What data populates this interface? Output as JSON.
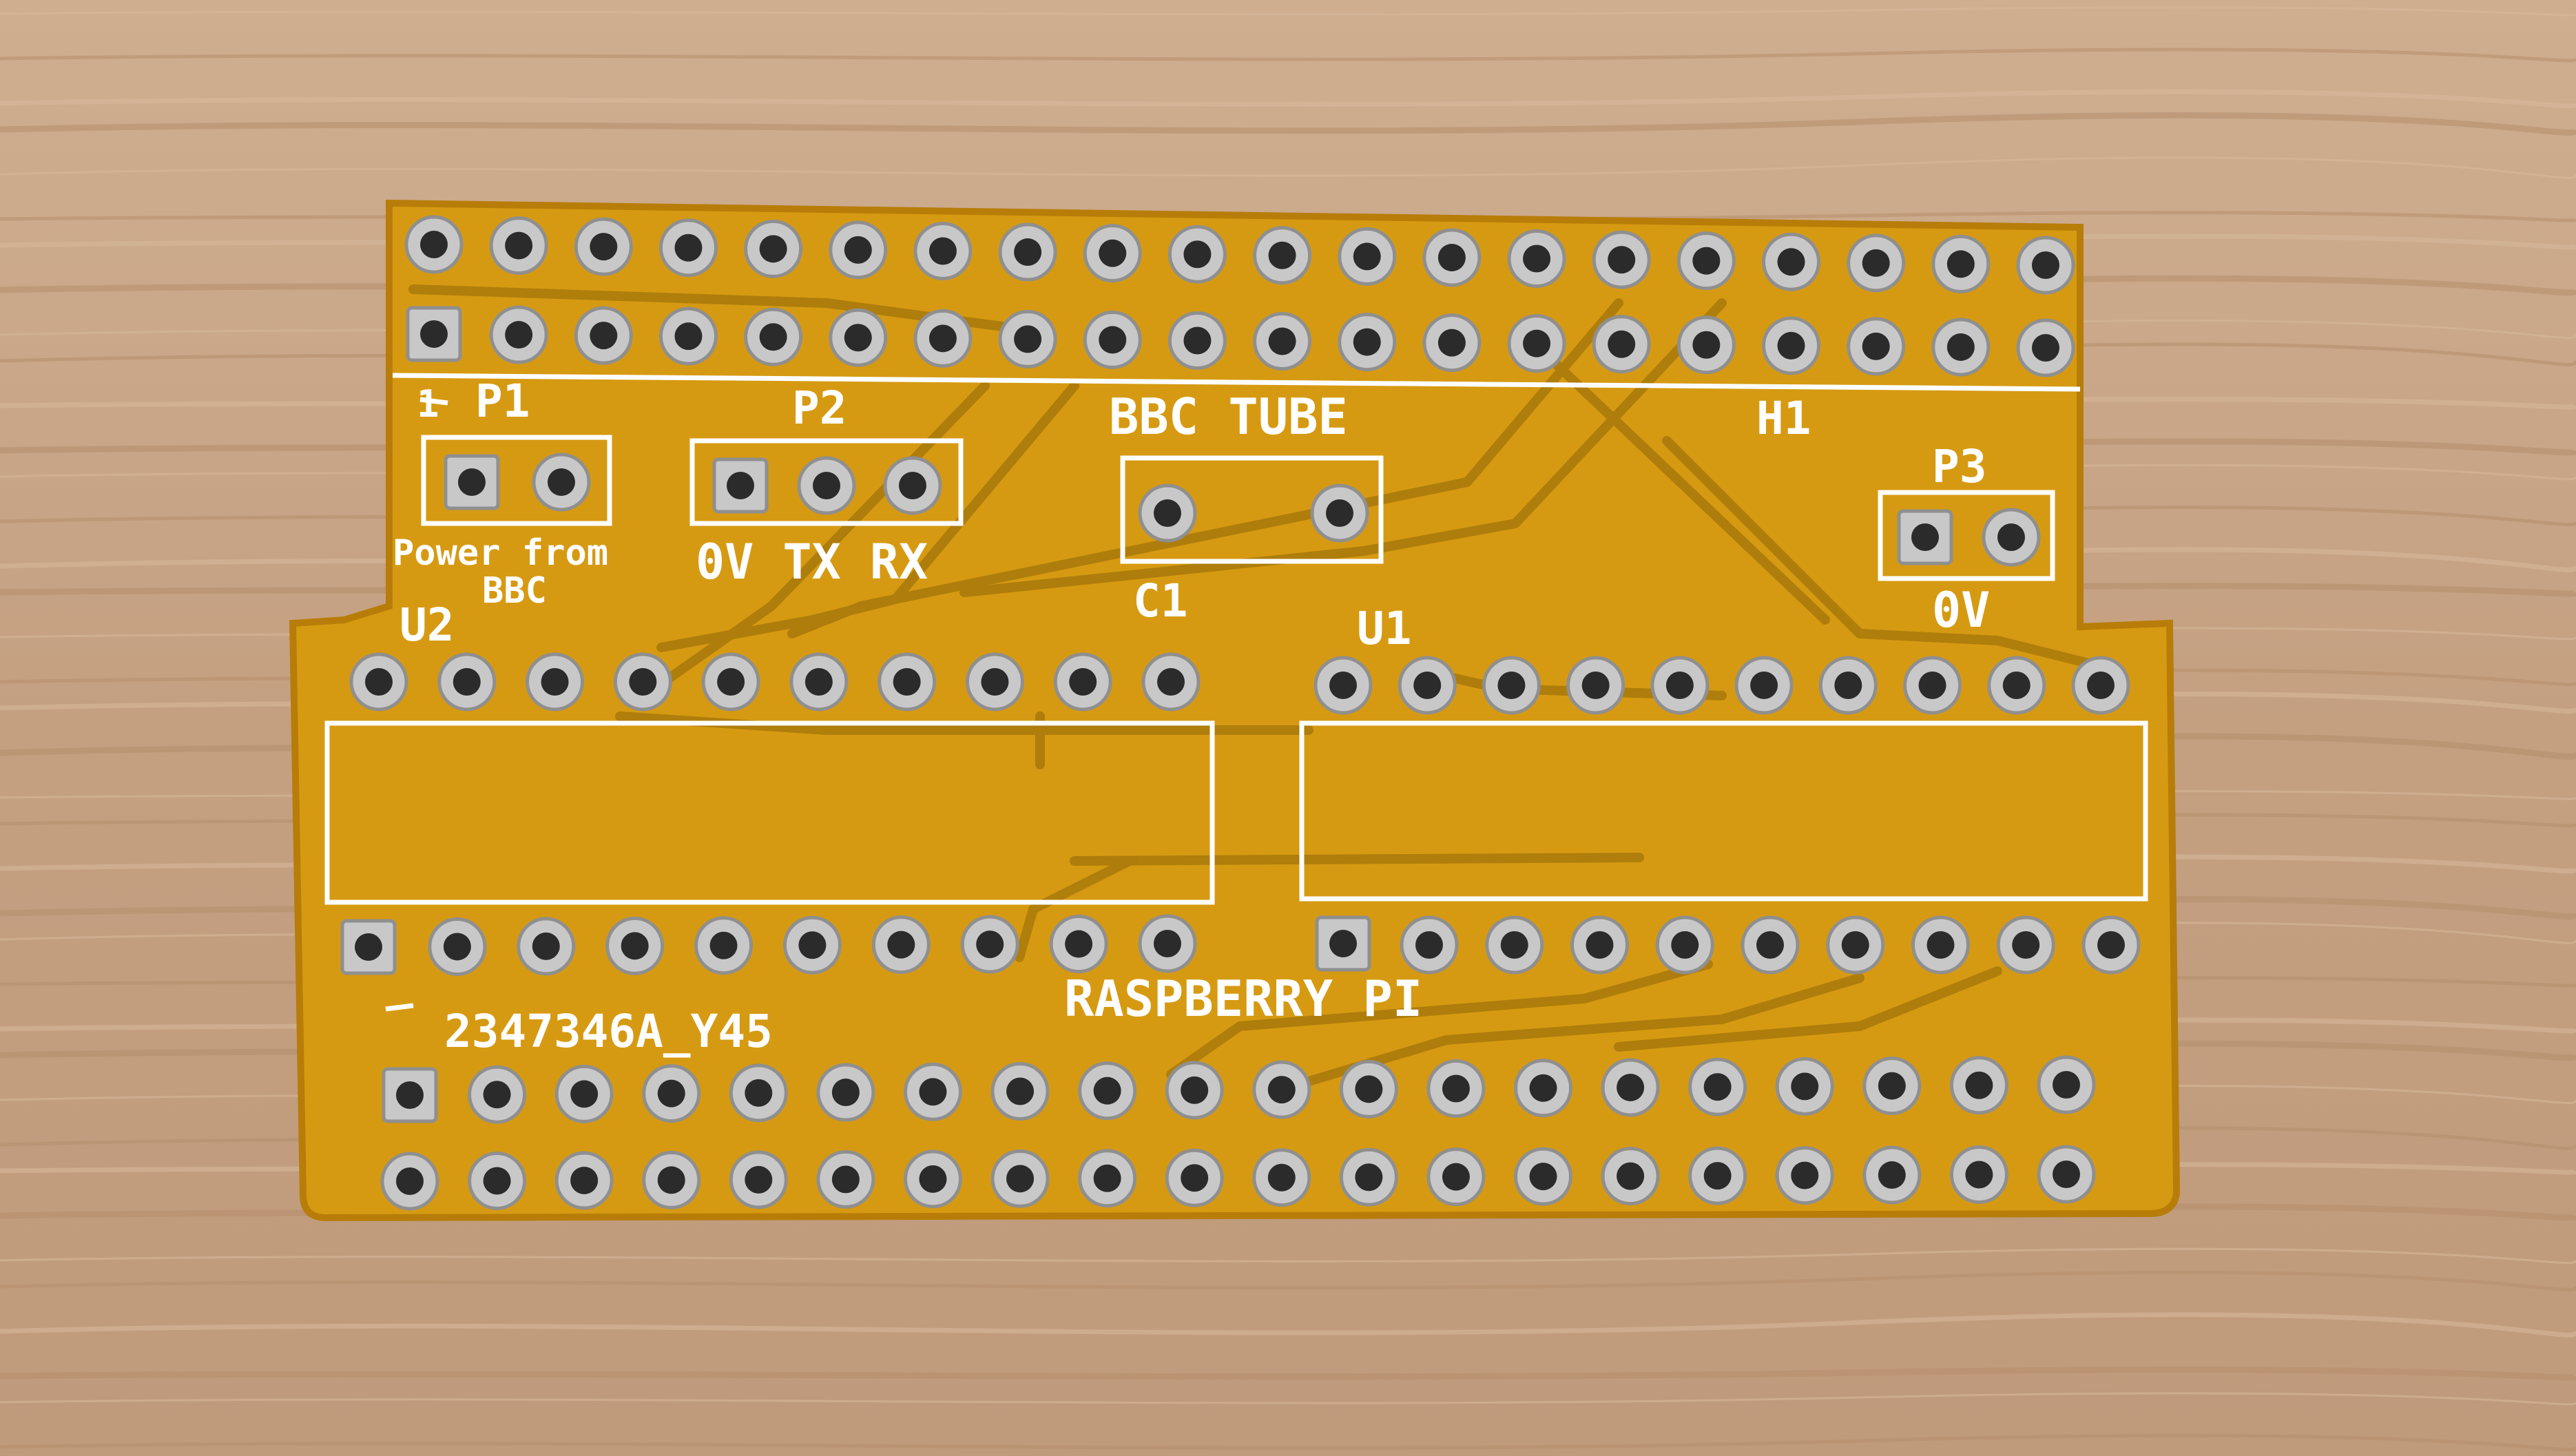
{
  "colors": {
    "wood_light": "#c9a788",
    "wood_dark": "#a8825f",
    "board": "#d69a12",
    "board_edge": "#b87d08",
    "trace": "#a8790a",
    "silkscreen": "#ffffff",
    "pad": "#c8c8c8",
    "hole": "#2b2b2b"
  },
  "labels": {
    "p1": "P1",
    "p2": "P2",
    "p3": "P3",
    "pin1_marker": "1",
    "bbc_tube": "BBC TUBE",
    "h1": "H1",
    "power_from": "Power from",
    "bbc": "BBC",
    "p2_pins": "0V TX RX",
    "c1": "C1",
    "u1": "U1",
    "u2": "U2",
    "p3_pin": "0V",
    "raspberry_pi": "RASPBERRY PI",
    "board_code": "2347346A_Y45"
  }
}
